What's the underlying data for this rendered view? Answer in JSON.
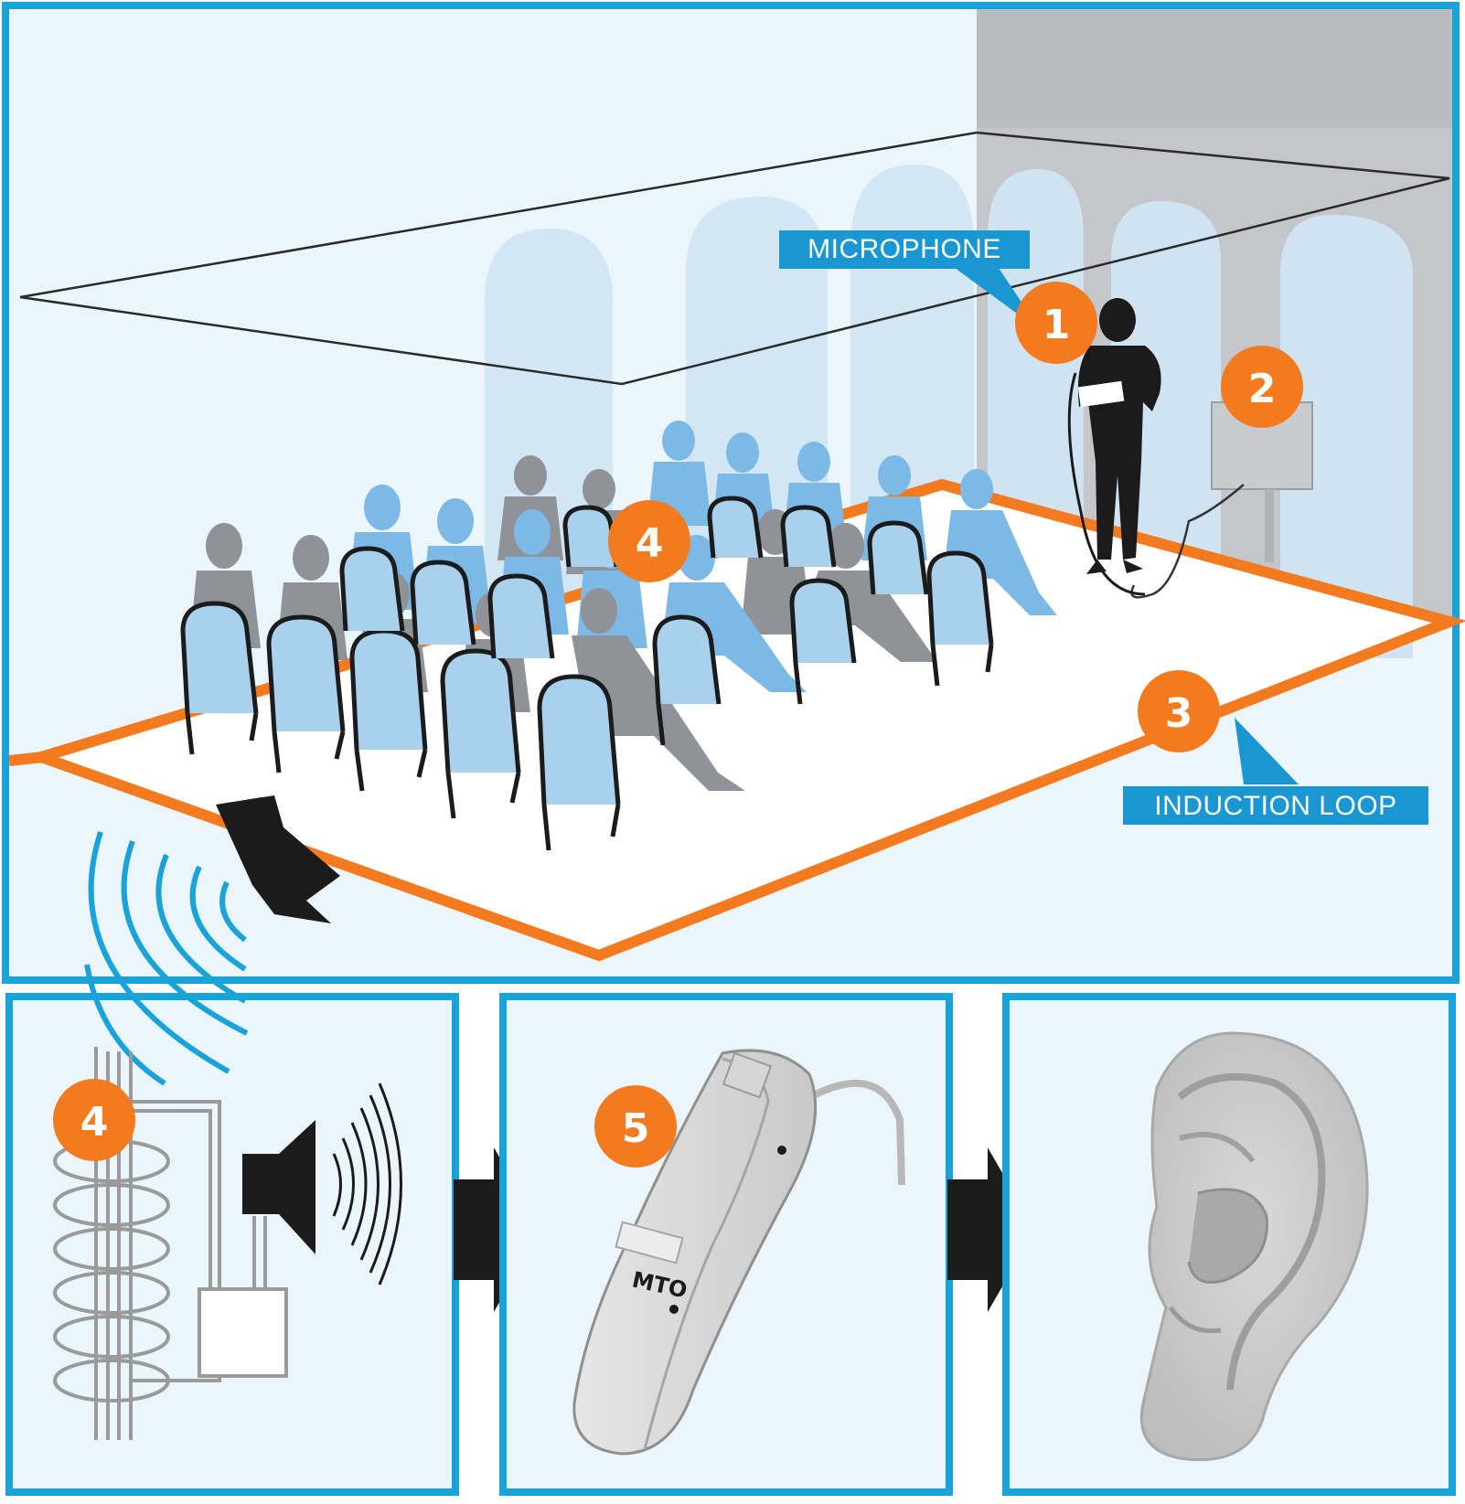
{
  "colors": {
    "frame": "#1aa3d9",
    "panel_bg": "#eaf5fc",
    "orange": "#f47a20",
    "callout": "#1a96d2",
    "grey_wall": "#b9bbbf",
    "arch": "#cfe3f2",
    "seat_blue": "#a9d1ee",
    "person_grey": "#8f9297",
    "person_blue": "#7cb9e6",
    "dark": "#1b1b1b"
  },
  "labels": {
    "microphone": "MICROPHONE",
    "induction_loop": "INDUCTION LOOP",
    "hearing_aid_mark": "MTO"
  },
  "markers": {
    "m1": "1",
    "m2": "2",
    "m3": "3",
    "m4_room": "4",
    "m4_panel": "4",
    "m5": "5"
  },
  "icons": {
    "flow_arrow_1": "right-arrow-icon",
    "flow_arrow_2": "right-arrow-icon",
    "signal_arrow": "signal-arrow-icon",
    "speaker": "speaker-icon",
    "hearing_aid": "hearing-aid-icon",
    "ear": "ear-icon"
  }
}
